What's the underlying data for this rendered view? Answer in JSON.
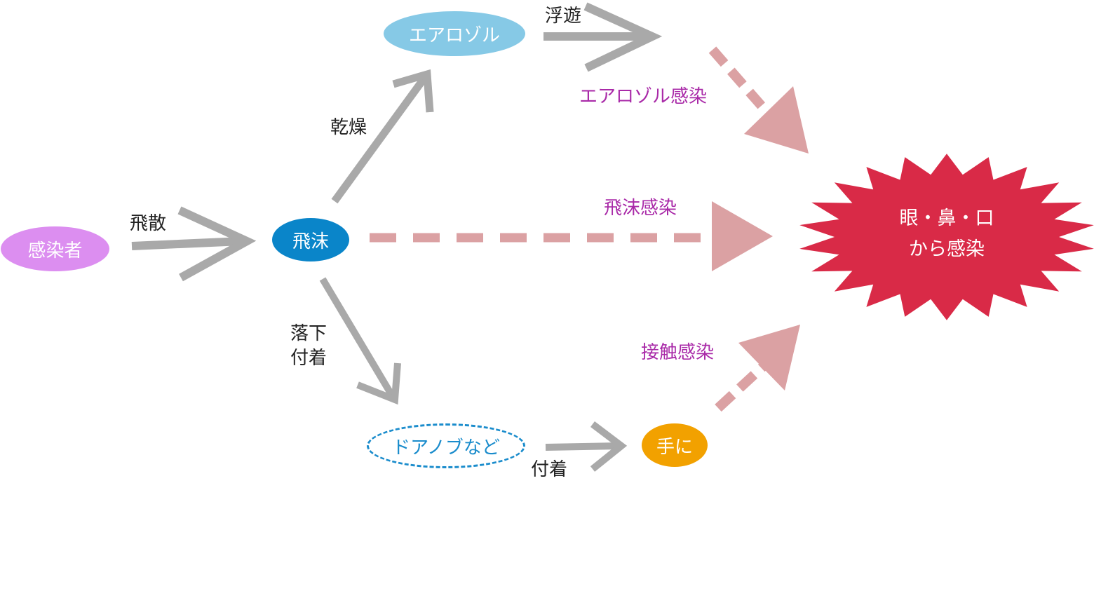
{
  "nodes": {
    "infected": "感染者",
    "droplet": "飛沫",
    "aerosol": "エアロゾル",
    "doorknob": "ドアノブなど",
    "hand": "手に"
  },
  "edge_labels": {
    "scatter": "飛散",
    "dry": "乾燥",
    "float": "浮遊",
    "fall_line1": "落下",
    "fall_line2": "付着",
    "attach": "付着"
  },
  "infection_routes": {
    "aerosol": "エアロゾル感染",
    "droplet": "飛沫感染",
    "contact": "接触感染"
  },
  "target": {
    "line1": "眼・鼻・口",
    "line2": "から感染"
  },
  "colors": {
    "infected": "#dc8ef0",
    "droplet": "#0a85c9",
    "aerosol": "#86c9e6",
    "doorknob_border": "#1a8ccc",
    "hand": "#f2a100",
    "burst": "#d92a47",
    "arrow_gray": "#a9a9a9",
    "arrow_pink": "#dba1a3",
    "route_text": "#a92aa8"
  }
}
